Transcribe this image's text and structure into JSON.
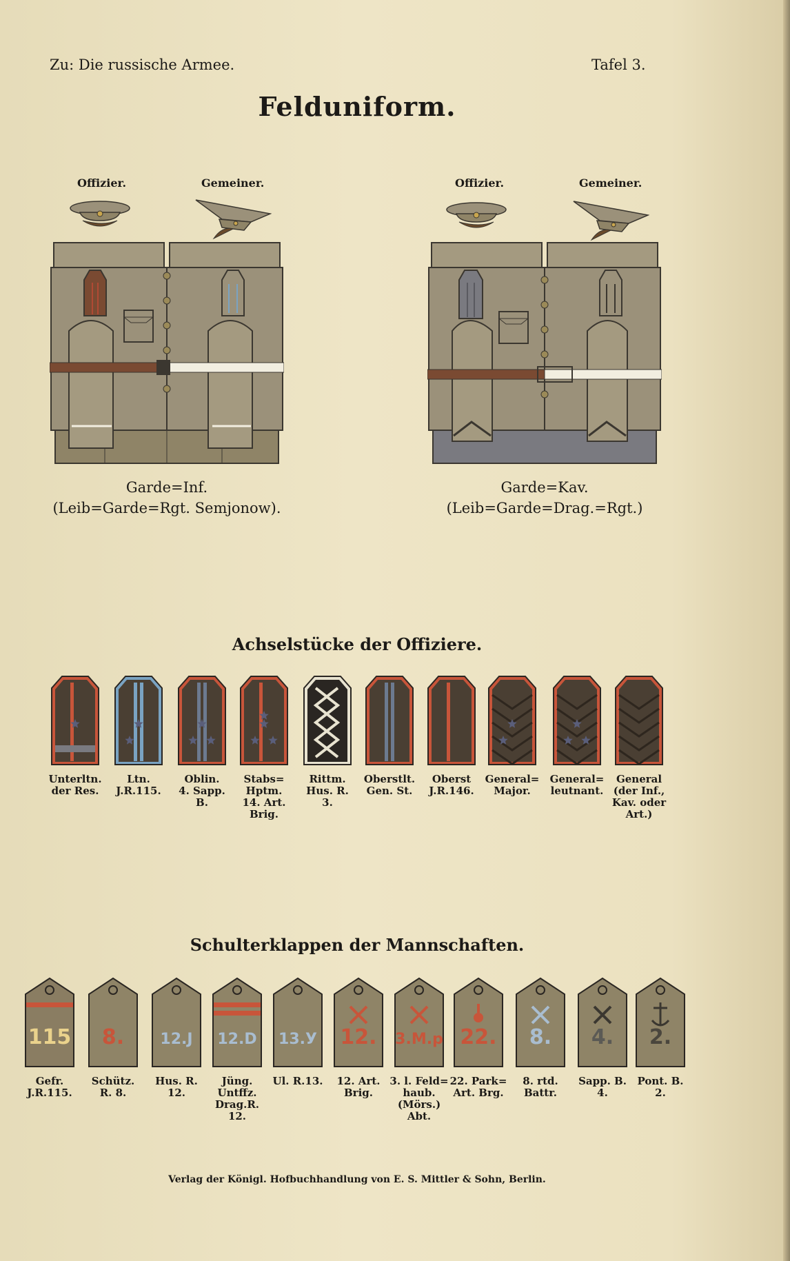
{
  "header": {
    "left": "Zu: Die russische Armee.",
    "right": "Tafel 3.",
    "title": "Felduniform."
  },
  "uniforms": [
    {
      "officer_label": "Offizier.",
      "private_label": "Gemeiner.",
      "caption_line1": "Garde=Inf.",
      "caption_line2": "(Leib=Garde=Rgt. Semjonow).",
      "trouser_color": "#8f8467"
    },
    {
      "officer_label": "Offizier.",
      "private_label": "Gemeiner.",
      "caption_line1": "Garde=Kav.",
      "caption_line2": "(Leib=Garde=Drag.=Rgt.)",
      "trouser_color": "#7a7a80"
    }
  ],
  "officers_section": {
    "title": "Achselstücke der Offiziere.",
    "boards": [
      {
        "label": "Unterltn.\nder Res.",
        "border": "#c8553a",
        "stripe": "#c8553a",
        "stars": 1,
        "bar": true,
        "zigzag": false
      },
      {
        "label": "Ltn.\nJ.R.115.",
        "border": "#7aa3c2",
        "stripe": "#7aa3c2",
        "stars": 2,
        "bar": false,
        "zigzag": false
      },
      {
        "label": "Oblin.\n4. Sapp.\nB.",
        "border": "#c8553a",
        "stripe": "#6c7a90",
        "stars": 3,
        "bar": false,
        "zigzag": false
      },
      {
        "label": "Stabs=\nHptm.\n14. Art.\nBrig.",
        "border": "#c8553a",
        "stripe": "#c8553a",
        "stars": 4,
        "bar": false,
        "zigzag": false
      },
      {
        "label": "Rittm.\nHus. R.\n3.",
        "border": "#e8e3d0",
        "stripe": "#e8e3d0",
        "stars": 0,
        "bar": false,
        "zigzag": true
      },
      {
        "label": "Oberstlt.\nGen. St.",
        "border": "#c8553a",
        "stripe": "#6c7a90",
        "stars": 0,
        "bar": false,
        "zigzag": false
      },
      {
        "label": "Oberst\nJ.R.146.",
        "border": "#c8553a",
        "stripe": "#c8553a",
        "stars": 0,
        "bar": false,
        "zigzag": false
      },
      {
        "label": "General=\nMajor.",
        "border": "#c8553a",
        "stripe": "",
        "stars": 2,
        "bar": false,
        "zigzag": false
      },
      {
        "label": "General=\nleutnant.",
        "border": "#c8553a",
        "stripe": "",
        "stars": 3,
        "bar": false,
        "zigzag": false
      },
      {
        "label": "General\n(der Inf.,\nKav. oder\nArt.)",
        "border": "#c8553a",
        "stripe": "",
        "stars": 0,
        "bar": false,
        "zigzag": false
      }
    ]
  },
  "men_section": {
    "title": "Schulterklappen der Mannschaften.",
    "straps": [
      {
        "label": "Gefr.\nJ.R.115.",
        "text": "115",
        "text_color": "#ead28c",
        "body": "#8a7d62",
        "bars": 1,
        "emblem": ""
      },
      {
        "label": "Schütz.\nR. 8.",
        "text": "8.",
        "text_color": "#c8553a",
        "body": "#8f8467",
        "bars": 0,
        "emblem": ""
      },
      {
        "label": "Hus. R.\n12.",
        "text": "12.J",
        "text_color": "#a9bdd0",
        "body": "#8f8467",
        "bars": 0,
        "emblem": ""
      },
      {
        "label": "Jüng.\nUntffz.\nDrag.R.\n12.",
        "text": "12.D",
        "text_color": "#a9bdd0",
        "body": "#8f8467",
        "bars": 2,
        "emblem": ""
      },
      {
        "label": "Ul. R.13.",
        "text": "13.У",
        "text_color": "#a9bdd0",
        "body": "#8f8467",
        "bars": 0,
        "emblem": ""
      },
      {
        "label": "12. Art.\nBrig.",
        "text": "12.",
        "text_color": "#c8553a",
        "body": "#8f8467",
        "bars": 0,
        "emblem": "cannons"
      },
      {
        "label": "3. l. Feld=\nhaub.\n(Mörs.)\nAbt.",
        "text": "3.M.p",
        "text_color": "#c8553a",
        "body": "#8f8467",
        "bars": 0,
        "emblem": "cannons"
      },
      {
        "label": "22. Park=\nArt. Brg.",
        "text": "22.",
        "text_color": "#c8553a",
        "body": "#8f8467",
        "bars": 0,
        "emblem": "grenade"
      },
      {
        "label": "8. rtd.\nBattr.",
        "text": "8.",
        "text_color": "#a9bdd0",
        "body": "#8f8467",
        "bars": 0,
        "emblem": "cannons-blue"
      },
      {
        "label": "Sapp. B.\n4.",
        "text": "4.",
        "text_color": "#5b5a55",
        "body": "#8f8467",
        "bars": 0,
        "emblem": "tools"
      },
      {
        "label": "Pont. B.\n2.",
        "text": "2.",
        "text_color": "#4a463d",
        "body": "#8f8467",
        "bars": 0,
        "emblem": "anchor"
      }
    ]
  },
  "footer": "Verlag der Königl. Hofbuchhandlung von E. S. Mittler & Sohn, Berlin."
}
